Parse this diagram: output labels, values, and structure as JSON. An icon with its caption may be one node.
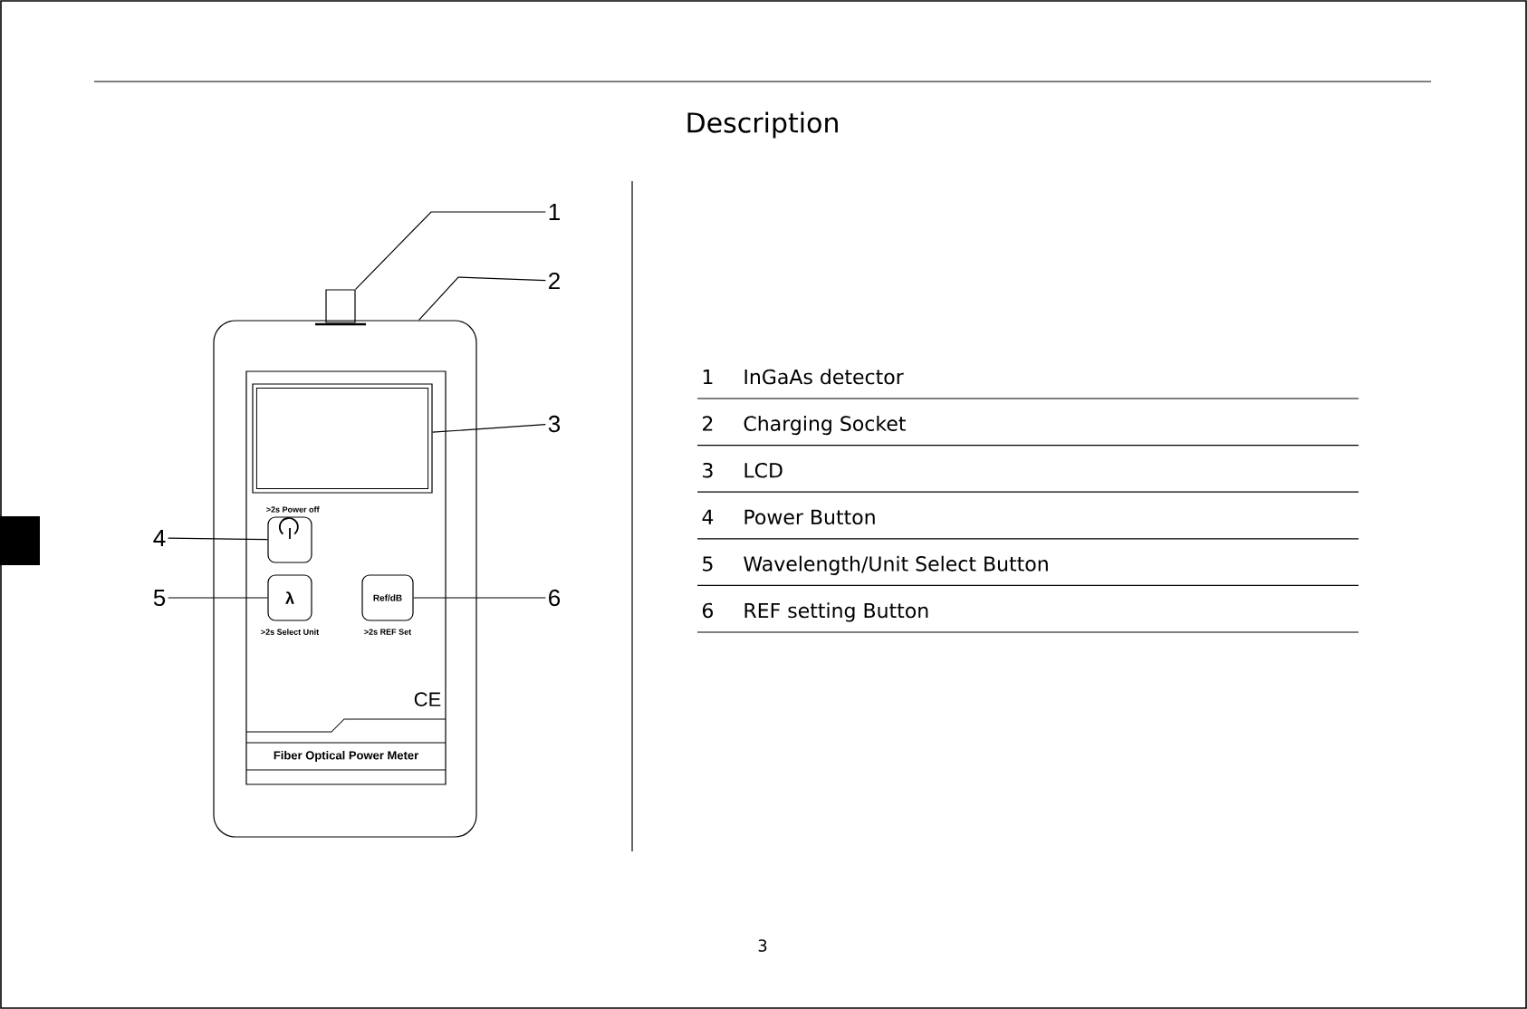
{
  "diagram": {
    "title": "Description",
    "nodes": [
      {
        "text": [
          "1"
        ]
      },
      {
        "text": [
          "2"
        ]
      },
      {
        "text": [
          "3"
        ]
      },
      {
        "text": [
          "4"
        ]
      },
      {
        "text": [
          "5"
        ]
      },
      {
        "text": [
          "6"
        ]
      },
      {
        "text": [],
        "shape": "box"
      },
      {
        "text": [],
        "shape": "box"
      },
      {
        "text": [],
        "shape": "box",
        "in": 6
      },
      {
        "text": [],
        "shape": "box",
        "in": 6,
        "beside": [
          ">2s Power off"
        ]
      },
      {
        "text": [
          "λ"
        ],
        "in": 6,
        "beside": [
          ">2s Select Unit"
        ]
      },
      {
        "text": [
          "Ref/dB"
        ],
        "in": 6,
        "beside": [
          ">2s REF Set"
        ]
      }
    ],
    "edges": [
      {
        "from": 0,
        "to": 7,
        "arrow": "none"
      },
      {
        "from": 1,
        "to": 6,
        "arrow": "none"
      },
      {
        "from": 2,
        "to": 8,
        "arrow": "none"
      },
      {
        "from": 3,
        "to": 9,
        "arrow": "none"
      },
      {
        "from": 4,
        "to": 10,
        "arrow": "none"
      },
      {
        "from": 5,
        "to": 11,
        "arrow": "none"
      }
    ],
    "labels": [
      "CE",
      "Fiber Optical Power Meter",
      "1",
      "InGaAs detector",
      "2",
      "Charging Socket",
      "3",
      "LCD",
      "4",
      "Power Button",
      "5",
      "Wavelength/Unit Select Button",
      "6",
      "REF setting Button",
      "3"
    ]
  }
}
